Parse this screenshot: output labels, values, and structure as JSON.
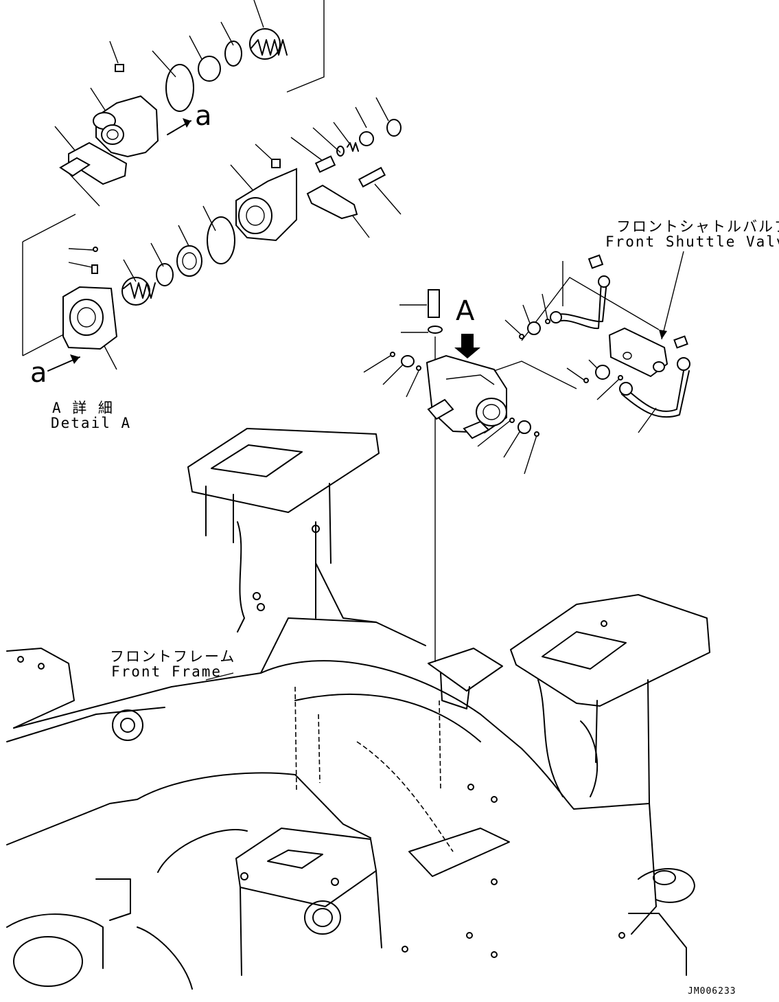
{
  "labels": {
    "detail_marker_top": "a",
    "detail_marker_bottom": "a",
    "view_marker": "A",
    "detail_caption_jp": "A 詳 細",
    "detail_caption_en": "Detail A",
    "shuttle_valve_jp": "フロントシャトルバルブ",
    "shuttle_valve_en": "Front Shuttle Valve",
    "front_frame_jp": "フロントフレーム",
    "front_frame_en": "Front Frame",
    "drawing_code": "JM006233"
  }
}
